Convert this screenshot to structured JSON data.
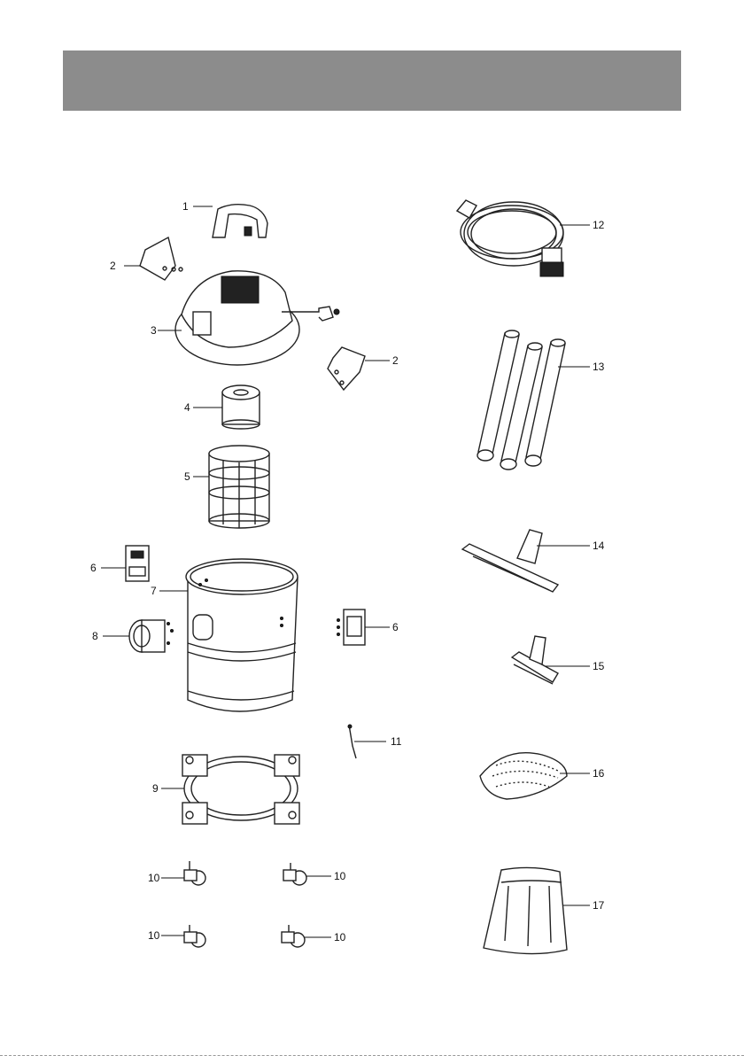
{
  "header": {
    "color": "#8c8c8c"
  },
  "part_labels": {
    "p1": "1",
    "p2a": "2",
    "p2b": "2",
    "p3": "3",
    "p4": "4",
    "p5": "5",
    "p6a": "6",
    "p6b": "6",
    "p7": "7",
    "p8": "8",
    "p9": "9",
    "p10a": "10",
    "p10b": "10",
    "p10c": "10",
    "p10d": "10",
    "p11": "11",
    "p12": "12",
    "p13": "13",
    "p14": "14",
    "p15": "15",
    "p16": "16",
    "p17": "17"
  }
}
